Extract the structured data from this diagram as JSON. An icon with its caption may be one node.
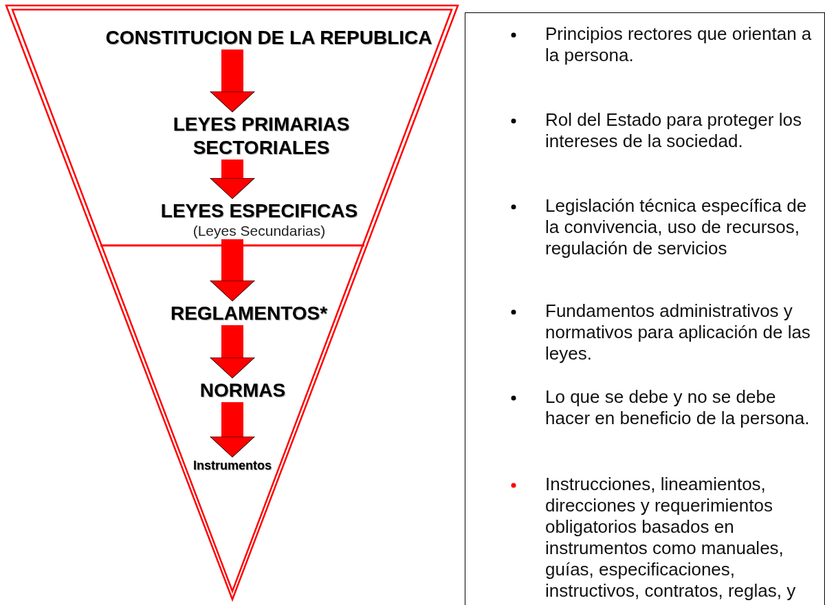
{
  "diagram": {
    "nodes": [
      {
        "text": [],
        "shape": "triangle"
      },
      {
        "text": [
          "CONSTITUCION DE LA REPUBLICA"
        ],
        "in": 0
      },
      {
        "text": [
          "LEYES PRIMARIAS SECTORIALES"
        ],
        "in": 0
      },
      {
        "text": [
          "LEYES ESPECIFICAS",
          "(Leyes Secundarias)"
        ],
        "in": 0
      },
      {
        "text": [
          "REGLAMENTOS*"
        ],
        "in": 0
      },
      {
        "text": [
          "NORMAS"
        ],
        "in": 0
      },
      {
        "text": [
          "Instrumentos"
        ],
        "in": 0
      },
      {
        "text": [
          "Principios rectores que orientan a la persona.",
          "Rol del Estado para proteger los intereses de la sociedad.",
          "Legislación técnica específica de la convivencia, uso de recursos, regulación de servicios",
          "Fundamentos administrativos y normativos para aplicación de las leyes.",
          "Lo que se debe y no se debe hacer en beneficio de la persona.",
          "Instrucciones, lineamientos, direcciones y requerimientos obligatorios basados en instrumentos como manuales, guías, especificaciones, instructivos, contratos, reglas, y"
        ]
      }
    ],
    "edges": [
      {
        "from": 1,
        "to": 2,
        "arrow": "to"
      },
      {
        "from": 2,
        "to": 3,
        "arrow": "to"
      },
      {
        "from": 3,
        "to": 4,
        "arrow": "to"
      },
      {
        "from": 4,
        "to": 5,
        "arrow": "to"
      },
      {
        "from": 5,
        "to": 6,
        "arrow": "to"
      }
    ]
  }
}
